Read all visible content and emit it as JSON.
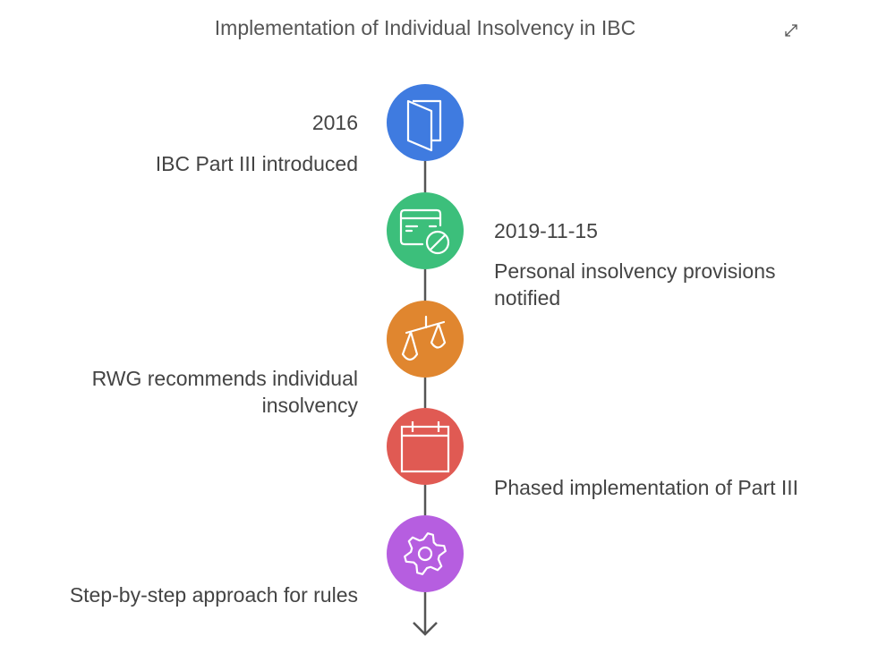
{
  "title": "Implementation of Individual Insolvency in IBC",
  "steps": [
    {
      "date": "2016",
      "text": "IBC Part III introduced",
      "icon": "door-icon",
      "color": "#3f7be0"
    },
    {
      "date": "2019-11-15",
      "text": "Personal insolvency provisions notified",
      "icon": "card-blocked-icon",
      "color": "#3cbf7b"
    },
    {
      "date": "",
      "text": "RWG recommends individual insolvency",
      "icon": "scales-icon",
      "color": "#e0862f"
    },
    {
      "date": "",
      "text": "Phased implementation of Part III",
      "icon": "calendar-icon",
      "color": "#e05a53"
    },
    {
      "date": "",
      "text": "Step-by-step approach for rules",
      "icon": "gear-icon",
      "color": "#b65ee0"
    }
  ]
}
